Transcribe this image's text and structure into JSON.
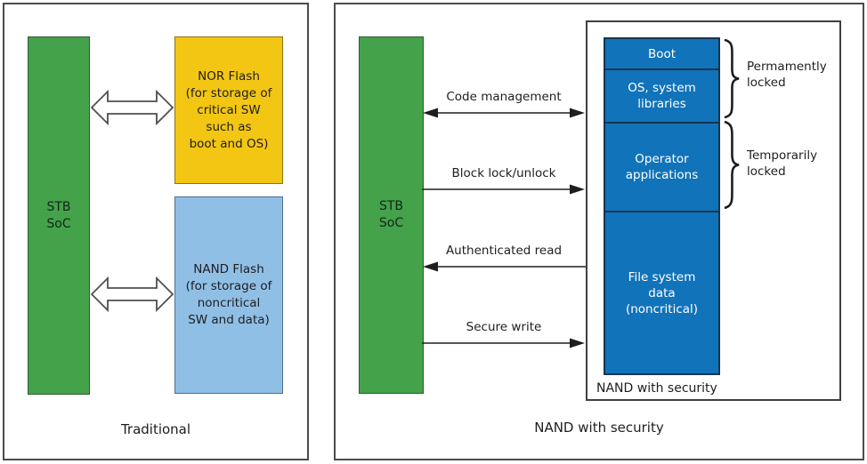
{
  "colors": {
    "green": "#43a24a",
    "yellow": "#f3c613",
    "light_blue": "#90bfe6",
    "dark_blue": "#1173b9",
    "ink": "#1e1e1e",
    "border_gray": "#4c4c4c"
  },
  "left_panel": {
    "caption": "Traditional",
    "soc_label": "STB\nSoC",
    "nor_flash_label": "NOR Flash\n(for storage of\ncritical SW\nsuch as\nboot and OS)",
    "nand_flash_label": "NAND Flash\n(for storage of\nnoncritical\nSW and data)"
  },
  "right_panel": {
    "caption": "NAND with security",
    "soc_label": "STB\nSoC",
    "nand_box_label": "NAND with security",
    "sections": [
      {
        "label": "Boot"
      },
      {
        "label": "OS, system\nlibraries"
      },
      {
        "label": "Operator\napplications"
      },
      {
        "label": "File system\ndata\n(noncritical)"
      }
    ],
    "locks": [
      {
        "label": "Permamently\nlocked",
        "applies_to": "Boot + OS, system libraries"
      },
      {
        "label": "Temporarily\nlocked",
        "applies_to": "Operator applications"
      }
    ],
    "arrows": [
      {
        "label": "Code management",
        "direction": "both"
      },
      {
        "label": "Block lock/unlock",
        "direction": "right"
      },
      {
        "label": "Authenticated read",
        "direction": "left"
      },
      {
        "label": "Secure write",
        "direction": "right"
      }
    ]
  }
}
